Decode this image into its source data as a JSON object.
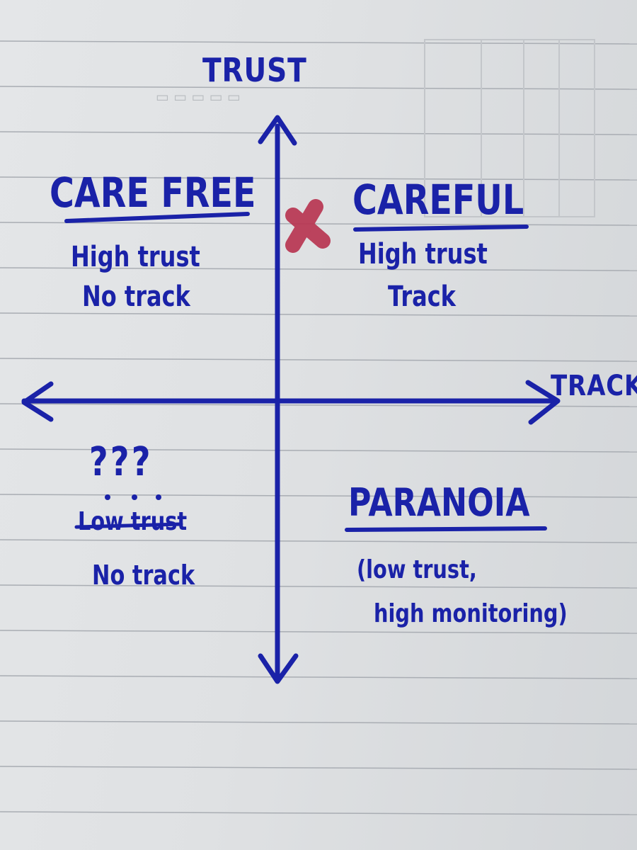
{
  "colors": {
    "ink": "#1a22a8",
    "marker": "#b8324f",
    "paper": "#e2e4e6",
    "rule": "#a9adb3"
  },
  "axes": {
    "y_label": "TRUST",
    "x_label": "TRACK"
  },
  "quadrants": {
    "top_left": {
      "title": "CARE FREE",
      "line1": "High trust",
      "line2": "No track"
    },
    "top_right": {
      "title": "CAREFUL",
      "line1": "High trust",
      "line2": "Track"
    },
    "bottom_left": {
      "title": "???",
      "line1": "Low trust",
      "line2": "No track"
    },
    "bottom_right": {
      "title": "PARANOIA",
      "line1": "(low trust,",
      "line2": "high monitoring)"
    }
  },
  "marker": {
    "symbol": "✕",
    "quadrant": "top_right"
  }
}
